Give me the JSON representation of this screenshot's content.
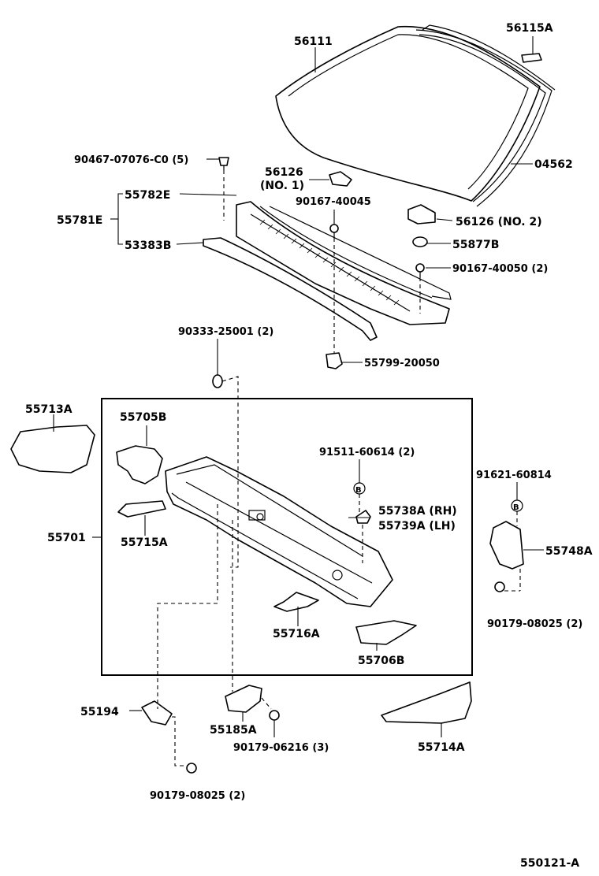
{
  "diagram_id": "550121-A",
  "labels": {
    "p56111": "56111",
    "p56115A": "56115A",
    "p04562": "04562",
    "p90467": "90467-07076-C0 (5)",
    "p56126_1": "56126",
    "p56126_1_no": "(NO. 1)",
    "p90167_40045": "90167-40045",
    "p55782E": "55782E",
    "p55781E": "55781E",
    "p53383B": "53383B",
    "p56126_2": "56126  (NO. 2)",
    "p55877B": "55877B",
    "p90167_40050": "90167-40050 (2)",
    "p90333": "90333-25001 (2)",
    "p55799": "55799-20050",
    "p55713A": "55713A",
    "p55705B": "55705B",
    "p91511": "91511-60614 (2)",
    "p91621": "91621-60814",
    "p55738A": "55738A (RH)",
    "p55739A": "55739A (LH)",
    "p55701": "55701",
    "p55715A": "55715A",
    "p55748A": "55748A",
    "p90179_08025_r": "90179-08025 (2)",
    "p55716A": "55716A",
    "p55706B": "55706B",
    "p55194": "55194",
    "p55185A": "55185A",
    "p90179_06216": "90179-06216 (3)",
    "p55714A": "55714A",
    "p90179_08025_l": "90179-08025 (2)",
    "marker_b": "B"
  }
}
